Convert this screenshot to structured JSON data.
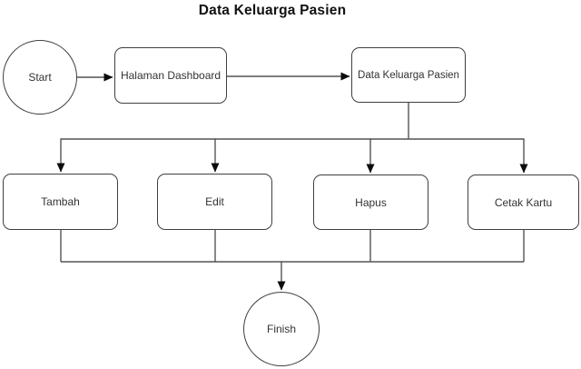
{
  "title": "Data Keluarga Pasien",
  "nodes": {
    "start": {
      "label": "Start"
    },
    "dashboard": {
      "label": "Halaman Dashboard"
    },
    "data_keluarga": {
      "label": "Data Keluarga Pasien"
    },
    "tambah": {
      "label": "Tambah"
    },
    "edit": {
      "label": "Edit"
    },
    "hapus": {
      "label": "Hapus"
    },
    "cetak_kartu": {
      "label": "Cetak Kartu"
    },
    "finish": {
      "label": "Finish"
    }
  },
  "colors": {
    "bg": "#ffffff",
    "stroke": "#3f3f3f",
    "connector": "#545454",
    "arrow": "#0c0c0c",
    "text": "#333333",
    "title": "#111111"
  }
}
